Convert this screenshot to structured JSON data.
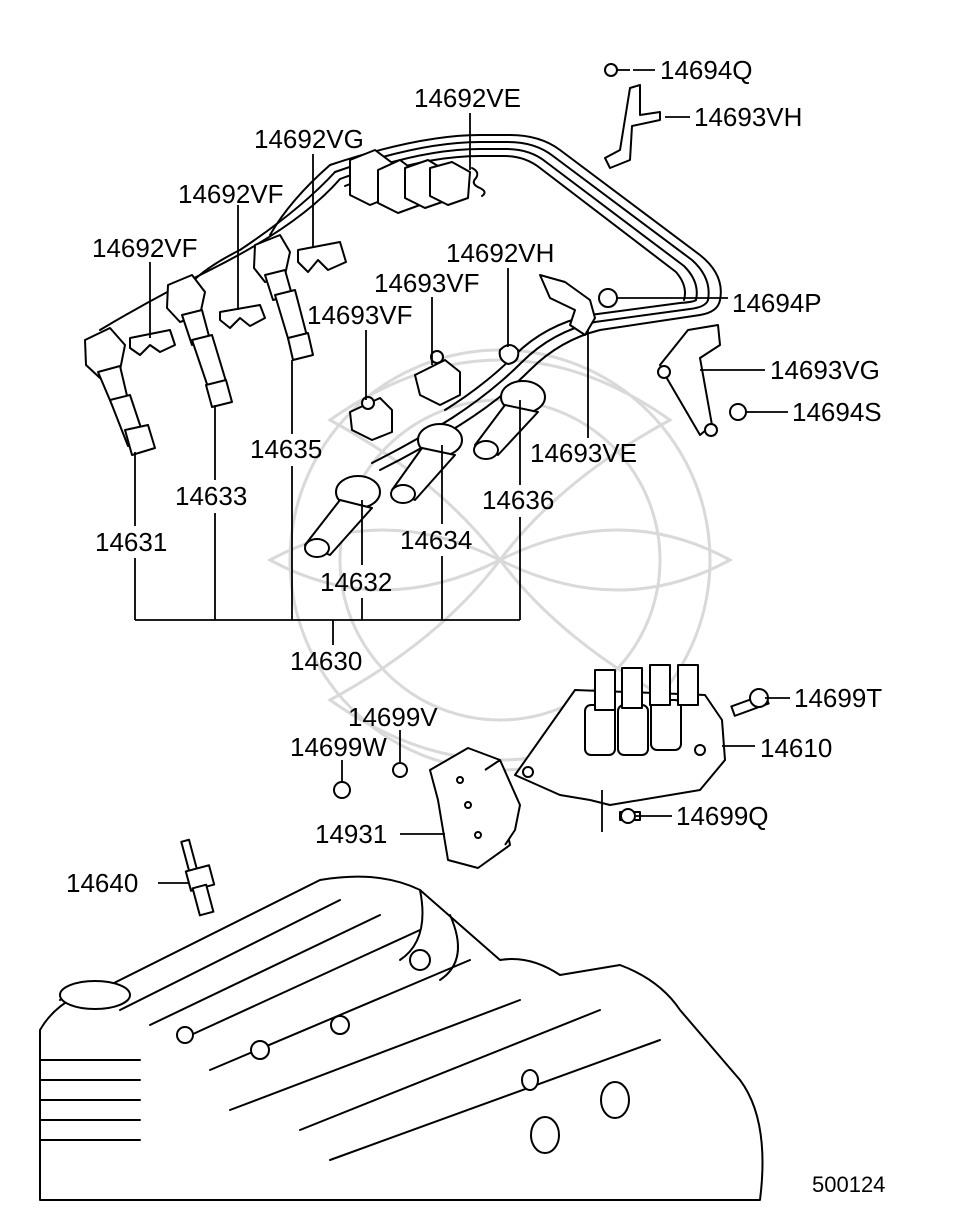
{
  "diagram": {
    "reference_number": "500124",
    "part_labels": {
      "p14694Q": "14694Q",
      "p14693VH": "14693VH",
      "p14692VE": "14692VE",
      "p14692VG": "14692VG",
      "p14692VF_a": "14692VF",
      "p14692VF_b": "14692VF",
      "p14692VH": "14692VH",
      "p14693VF_a": "14693VF",
      "p14693VF_b": "14693VF",
      "p14694P": "14694P",
      "p14693VG": "14693VG",
      "p14694S": "14694S",
      "p14693VE": "14693VE",
      "p14635": "14635",
      "p14636": "14636",
      "p14633": "14633",
      "p14634": "14634",
      "p14631": "14631",
      "p14632": "14632",
      "p14630": "14630",
      "p14699T": "14699T",
      "p14699V": "14699V",
      "p14699W": "14699W",
      "p14610": "14610",
      "p14699Q": "14699Q",
      "p14931": "14931",
      "p14640": "14640"
    }
  }
}
